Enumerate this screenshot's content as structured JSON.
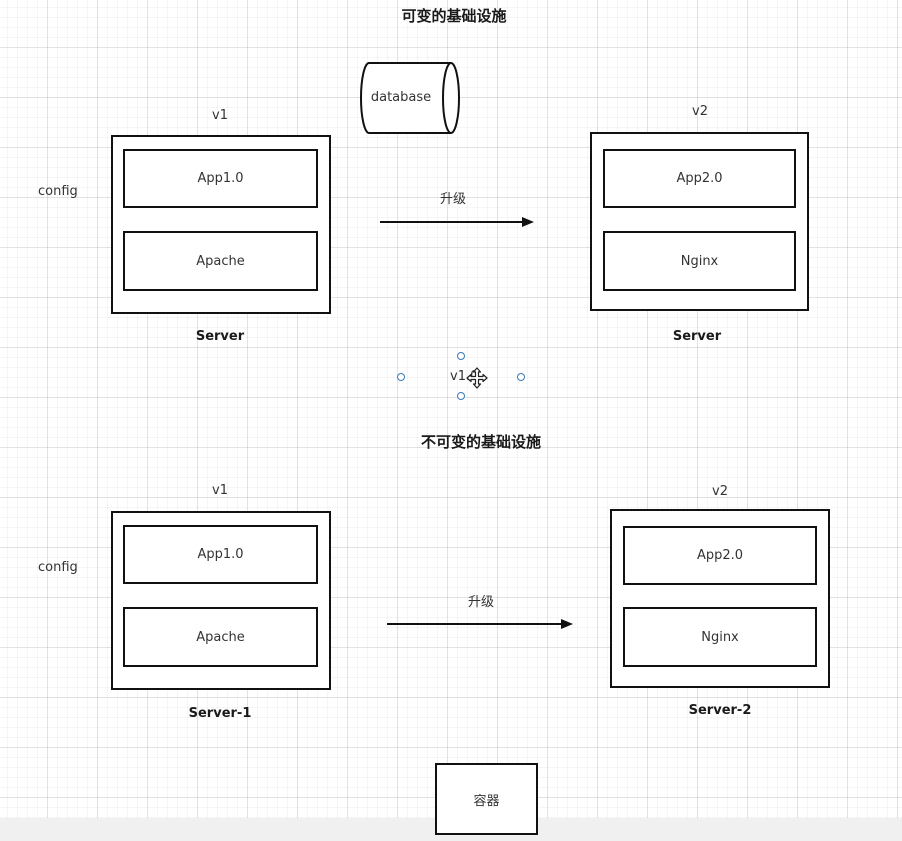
{
  "diagram": {
    "mutable_title": "可变的基础设施",
    "immutable_title": "不可变的基础设施",
    "database_label": "database",
    "selected_text": "v1.0",
    "container_label": "容器",
    "mutable": {
      "left": {
        "version": "v1",
        "config_label": "config",
        "app_label": "App1.0",
        "web_label": "Apache",
        "server_label": "Server"
      },
      "arrow_label": "升级",
      "right": {
        "version": "v2",
        "app_label": "App2.0",
        "web_label": "Nginx",
        "server_label": "Server"
      }
    },
    "immutable": {
      "left": {
        "version": "v1",
        "config_label": "config",
        "app_label": "App1.0",
        "web_label": "Apache",
        "server_label": "Server-1"
      },
      "arrow_label": "升级",
      "right": {
        "version": "v2",
        "app_label": "App2.0",
        "web_label": "Nginx",
        "server_label": "Server-2"
      }
    }
  }
}
